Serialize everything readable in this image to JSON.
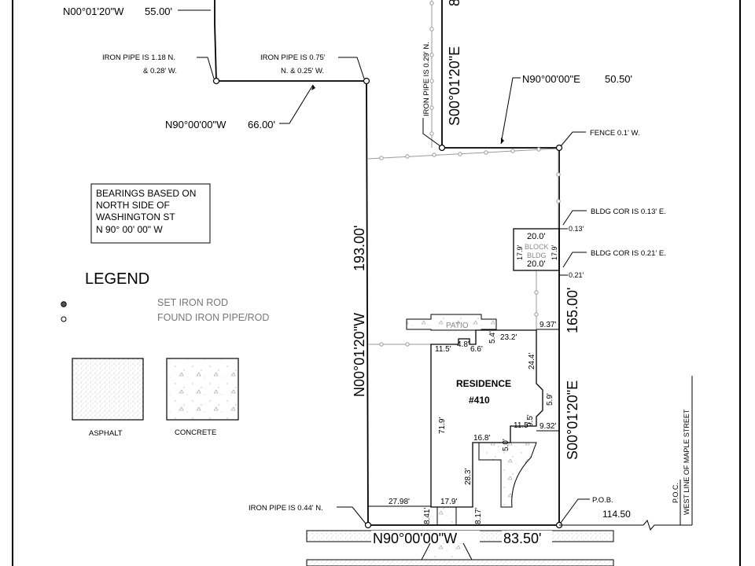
{
  "bearings_note": {
    "lines": [
      "BEARINGS BASED ON",
      "NORTH SIDE OF",
      "WASHINGTON ST",
      "N 90° 00' 00\" W"
    ]
  },
  "legend": {
    "title": "LEGEND",
    "set_iron_rod": "SET IRON ROD",
    "found_iron_pipe": "FOUND IRON PIPE/ROD",
    "asphalt": "ASPHALT",
    "concrete": "CONCRETE"
  },
  "boundary": {
    "top_left_call": "N00°01'20\"W",
    "top_left_dist": "55.00'",
    "west_jog_call": "N90°00'00\"W",
    "west_jog_dist": "66.00'",
    "west_side_call": "N00°01'20\"W",
    "west_side_dist": "193.00'",
    "north_jog_call": "N90°00'00\"E",
    "north_jog_dist": "50.50'",
    "east_upper_call": "S00°01'20\"E",
    "east_upper_partial": "8",
    "east_side_call": "S00°01'20\"E",
    "east_side_dist": "165.00'",
    "south_call": "N90°00'00\"W",
    "south_dist": "83.50'",
    "poc_dist": "114.50"
  },
  "notes": {
    "iron_pipe_118": "IRON PIPE IS 1.18 N.",
    "iron_pipe_118_b": "& 0.28' W.",
    "iron_pipe_075": "IRON PIPE IS 0.75'",
    "iron_pipe_075_b": "N. & 0.25' W.",
    "iron_pipe_029": "IRON PIPE IS 0.29' N.",
    "fence": "FENCE 0.1' W.",
    "bldg_013": "BLDG COR IS 0.13' E.",
    "bldg_021": "BLDG COR IS 0.21' E.",
    "iron_pipe_044": "IRON PIPE IS 0.44' N.",
    "pob": "P.O.B.",
    "poc": "P.O.C.",
    "maple": "WEST LINE OF MAPLE STREET"
  },
  "block_bldg": {
    "top": "20.0'",
    "bottom": "20.0'",
    "left": "17.9'",
    "right": "17.9'",
    "label1": "BLOCK",
    "label2": "BLDG",
    "off1": "0.13'",
    "off2": "0.21'"
  },
  "residence": {
    "name": "RESIDENCE",
    "number": "#410",
    "patio": "PATIO"
  },
  "dims": {
    "d_115": "11.5'",
    "d_48": "4.8'",
    "d_66": "6.6'",
    "d_54": "5.4'",
    "d_232": "23.2'",
    "d_937": "9.37'",
    "d_244": "24.4'",
    "d_59": "5.9'",
    "d_95": "9.5'",
    "d_115b": "11.5'",
    "d_932": "9.32'",
    "d_168": "16.8'",
    "d_50": "5.0'",
    "d_719": "71.9'",
    "d_283": "28.3'",
    "d_179": "17.9'",
    "d_2798": "27.98'",
    "d_841": "8.41'",
    "d_817": "8.17'"
  }
}
